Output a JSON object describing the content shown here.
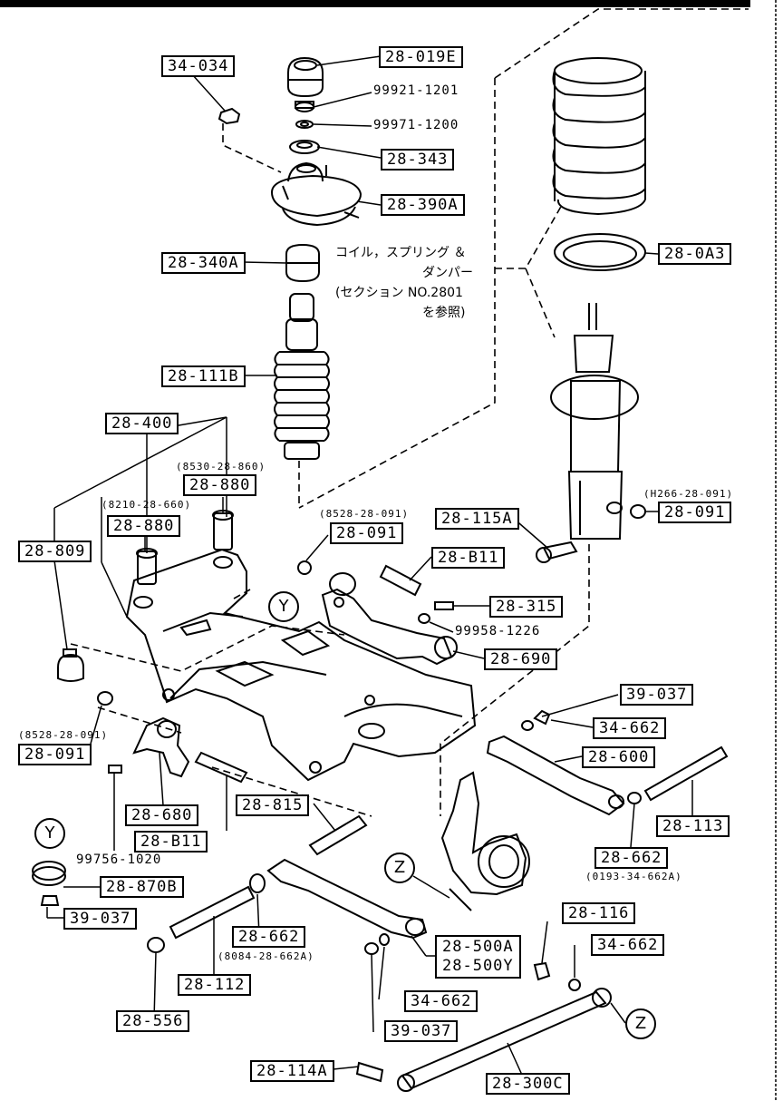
{
  "labels": {
    "l34_034": "34-034",
    "l28_019E": "28-019E",
    "p99921": "99921-1201",
    "p99971": "99971-1200",
    "l28_343": "28-343",
    "l28_390A": "28-390A",
    "l28_340A": "28-340A",
    "l28_0A3": "28-0A3",
    "l28_111B": "28-111B",
    "l28_400": "28-400",
    "ref8530": "(8530-28-860)",
    "l28_880a": "28-880",
    "ref8210": "(8210-28-660)",
    "l28_880b": "28-880",
    "l28_809": "28-809",
    "ref8528a": "(8528-28-091)",
    "l28_091a": "28-091",
    "l28_115A": "28-115A",
    "refH266": "(H266-28-091)",
    "l28_091b": "28-091",
    "l28_B11a": "28-B11",
    "l28_315": "28-315",
    "p99958": "99958-1226",
    "l28_690": "28-690",
    "ref8528b": "(8528-28-091)",
    "l28_091c": "28-091",
    "l39_037a": "39-037",
    "l34_662a": "34-662",
    "l28_600": "28-600",
    "l28_113": "28-113",
    "l28_680": "28-680",
    "l28_B11b": "28-B11",
    "l28_815": "28-815",
    "p99756": "99756-1020",
    "l28_662a": "28-662",
    "ref0193": "(0193-34-662A)",
    "l28_870B": "28-870B",
    "l39_037b": "39-037",
    "l28_662b": "28-662",
    "ref8084": "(8084-28-662A)",
    "l28_500A": "28-500A",
    "l28_500Y": "28-500Y",
    "l28_116": "28-116",
    "l34_662b": "34-662",
    "l28_112": "28-112",
    "l34_662c": "34-662",
    "l28_556": "28-556",
    "l39_037c": "39-037",
    "l28_114A": "28-114A",
    "l28_300C": "28-300C"
  },
  "note": {
    "line1": "コイル，スプリング ＆",
    "line2": "ダンパー",
    "line3": "(セクション NO.2801",
    "line4": "を参照)"
  },
  "markers": {
    "y1": "Y",
    "y2": "Y",
    "z1": "Z",
    "z2": "Z"
  }
}
